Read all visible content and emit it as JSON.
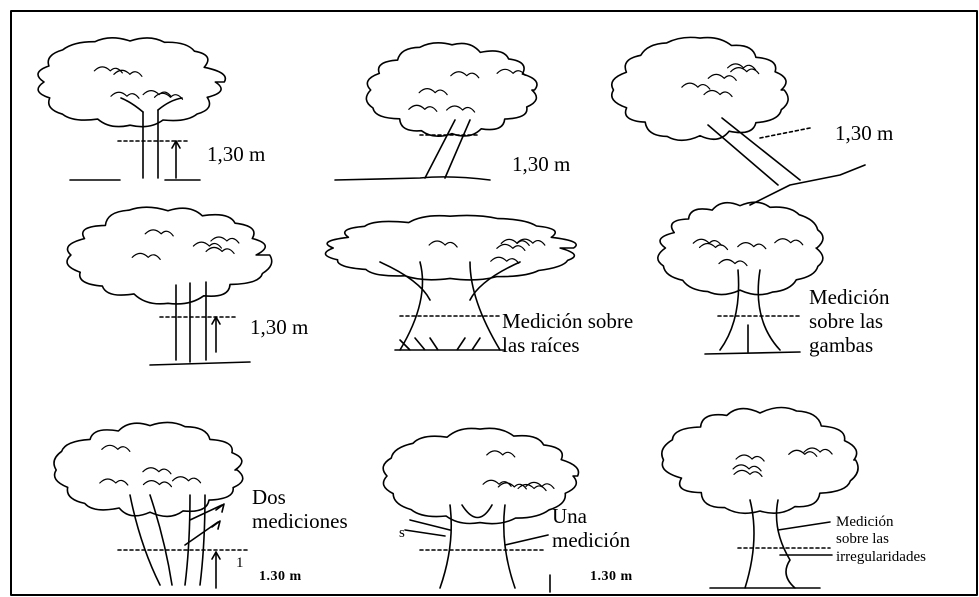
{
  "panels": [
    {
      "label": "1,30 m"
    },
    {
      "label": "1,30 m"
    },
    {
      "label": "1,30 m"
    },
    {
      "label": "1,30 m"
    },
    {
      "label_lines": [
        "Medición sobre",
        "las raíces"
      ]
    },
    {
      "label_lines": [
        "Medición",
        "sobre las",
        "gambas"
      ]
    },
    {
      "label_lines": [
        "Dos",
        "mediciones"
      ],
      "scale": "1.30 m",
      "mark": "1"
    },
    {
      "label_lines": [
        "Una",
        "medición"
      ],
      "scale": "1.30 m",
      "mark": "s"
    },
    {
      "label_lines": [
        "Medición",
        "sobre las",
        "irregularidades"
      ]
    }
  ]
}
